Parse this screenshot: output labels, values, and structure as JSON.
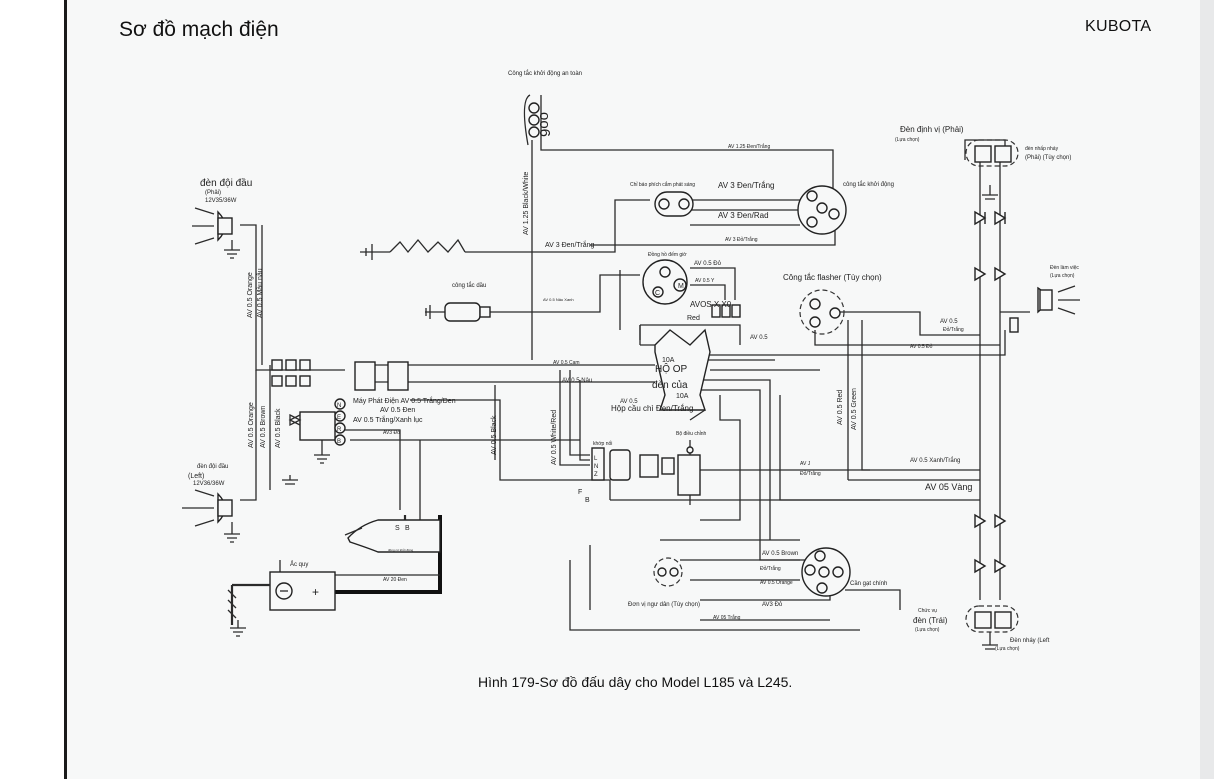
{
  "header": {
    "title": "Sơ đồ mạch điện",
    "brand": "KUBOTA"
  },
  "caption": "Hình 179-Sơ đồ đấu dây cho Model L185 và L245.",
  "labels": {
    "safety_switch": "Công tắc khởi động an toàn",
    "headlight_right": "đèn đội đầu",
    "headlight_right_side": "(Phải)",
    "headlight_right_spec": "12V35/36W",
    "headlight_left": "đèn đội đầu",
    "headlight_left_side": "(Left)",
    "headlight_left_spec": "12V36/36W",
    "glow_indicator": "Chỉ báo phích cắm phát sáng",
    "start_switch": "công tắc khởi động",
    "hour_meter": "Đồng hồ đếm giờ",
    "oil_switch": "công tắc dầu",
    "flasher_switch": "Công tắc flasher (Tùy chọn)",
    "position_light_right": "Đèn định vị (Phải)",
    "optional_right": "(Lựa chọn)",
    "turn_signal_right": "đèn nhấp nháy",
    "turn_signal_right_side": "(Phải) (Tùy chọn)",
    "work_light": "Đèn làm việc",
    "work_light_opt": "(Lựa chọn)",
    "fuse_box_line1": "HỘ OP",
    "fuse_box_line2": "đèn của",
    "fuse_box_name": "Hộp cầu chì Đen/Trắng",
    "fuse_10a_top": "10A",
    "fuse_10a_bottom": "10A",
    "generator": "Máy Phát Điện AV 0.5 Trắng/Đen",
    "connector": "khớp nối",
    "fuel_gauge": "Bộ điều chỉnh",
    "battery": "Ắc quy",
    "starter": "động cơ khởi động",
    "position_light_panel": "Đơn vị ngư dân (Tùy chọn)",
    "combination_switch": "Cần gạt chính",
    "position_light_left": "đèn (Trái)",
    "position_light_left_pre": "Chức vụ",
    "optional_left": "(Lựa chọn)",
    "turn_signal_left": "Đèn nháy (Left",
    "turn_signal_left_opt": "(Lựa chọn)",
    "red": "Red",
    "av0x": "AVOS X X0"
  },
  "wires": {
    "w_av125_bw": "AV 1.25 Black/White",
    "w_av125_dt": "AV 1.25 Đen/Trắng",
    "w_av3_dt_a": "AV 3 Đen/Trắng",
    "w_av3_dr": "AV 3 Đen/Rad",
    "w_av3_dt_b": "AV 3 Đen/Trắng",
    "w_av3_dotr": "AV 3 Đỏ/Trắng",
    "w_av05_do": "AV 0.5 Đỏ",
    "w_av05_y": "AV 0.5 Y",
    "w_av05_nx": "AV 0.5 Nâu Xanh",
    "w_av05_orange_l": "AV 0.5 Orange",
    "w_av05_maunau": "AV 0.5 Màu nâu",
    "w_av05_orange_l2": "AV 0.5 Orange",
    "w_av05_brown": "AV 0.5 Brown",
    "w_av05_black": "AV 0.5 Black",
    "w_av05_black2": "AV 0.5 Black",
    "w_av05_wr": "AV 0.5 White/Red",
    "w_av05_cam": "AV 0.5 Cam",
    "w_av05_nau": "AV 0.5 Nâu",
    "w_av05_den": "AV 0.5 Đen",
    "w_av05_txl": "AV 0.5 Trắng/Xanh lục",
    "w_av3_do": "AV3 Đỏ",
    "w_av05_a": "AV 0.5",
    "w_av05_b": "AV 0.5",
    "w_av05_dotr": "Đỏ/Trắng",
    "w_av05_c": "AV 0.5",
    "w_av05_do2": "AV 0.5 Đỏ",
    "w_av05_red": "AV 0.5 Red",
    "w_av05_green": "AV 0.5 Green",
    "w_av05_xt": "AV 0.5 Xanh/Trắng",
    "w_av05_vang": "AV 05 Vàng",
    "w_avj": "AV J",
    "w_avj_dt": "Đỏ/Trắng",
    "w_av20_den": "AV 20 Đen",
    "w_av05_brown2": "AV 0.5 Brown",
    "w_av05_o": "AV 0.5 Orange",
    "w_av3_do2": "AV3 Đỏ",
    "w_av05_trang": "AV 05 Trắng",
    "w_av05_dt_r": "Đỏ/Trắng"
  },
  "colors": {
    "ink": "#2b2b2b",
    "paper": "#f7f8f8",
    "border": "#1a1a1a"
  }
}
